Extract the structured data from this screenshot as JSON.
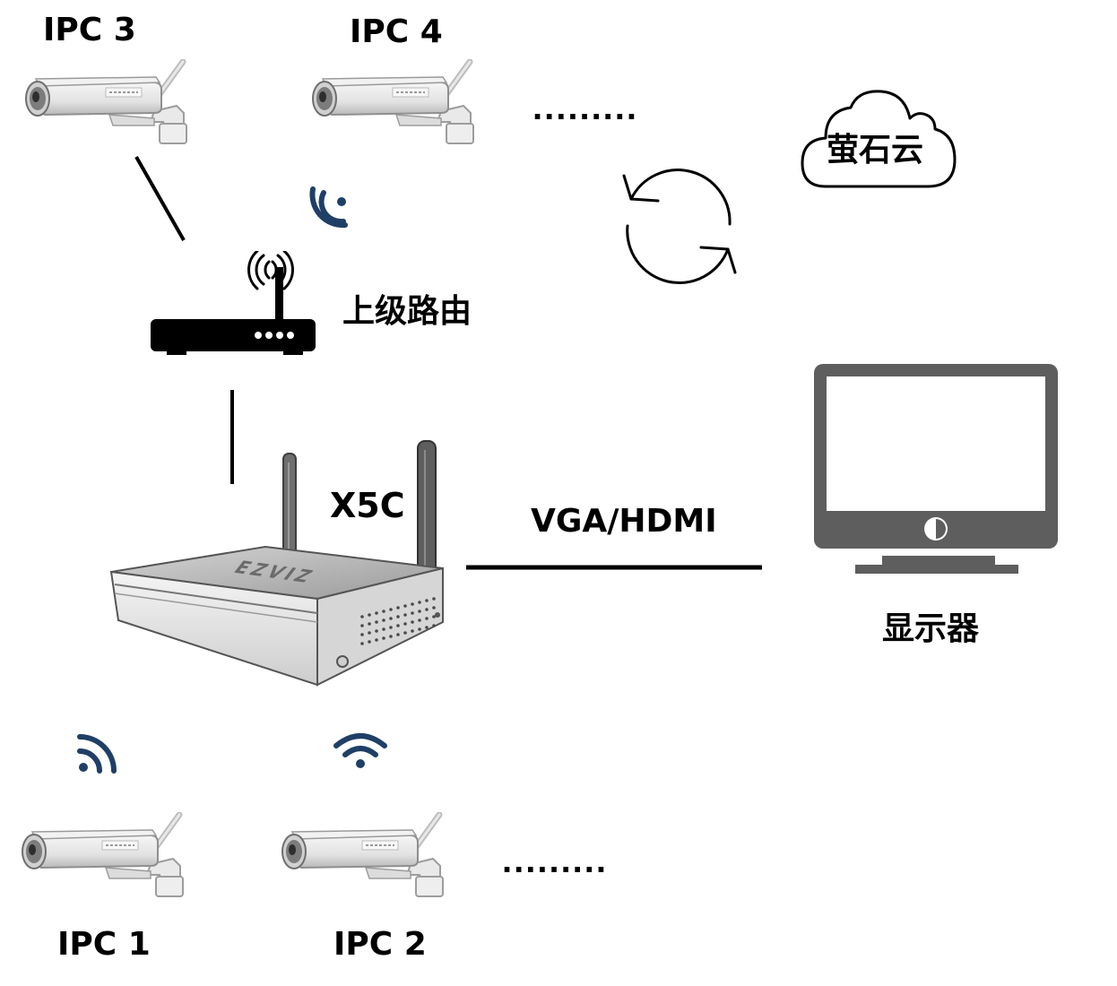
{
  "labels": {
    "ipc3": "IPC 3",
    "ipc4": "IPC 4",
    "ipc1": "IPC 1",
    "ipc2": "IPC 2",
    "router": "上级路由",
    "nvr": "X5C",
    "cable": "VGA/HDMI",
    "cloud": "萤石云",
    "monitor": "显示器",
    "dots_top": ".........",
    "dots_bottom": ".........",
    "nvr_brand": "EZVIZ",
    "camera_brand": "EZVIZ"
  },
  "icons": {
    "wifi": "wifi-icon",
    "sync": "sync-arrows-icon",
    "cloud": "cloud-icon",
    "router": "router-icon",
    "monitor": "monitor-icon",
    "camera": "bullet-camera-icon",
    "nvr": "nvr-device-icon"
  },
  "colors": {
    "wifi": "#1f3f66",
    "monitor": "#5e5e5e",
    "line": "#000000"
  }
}
